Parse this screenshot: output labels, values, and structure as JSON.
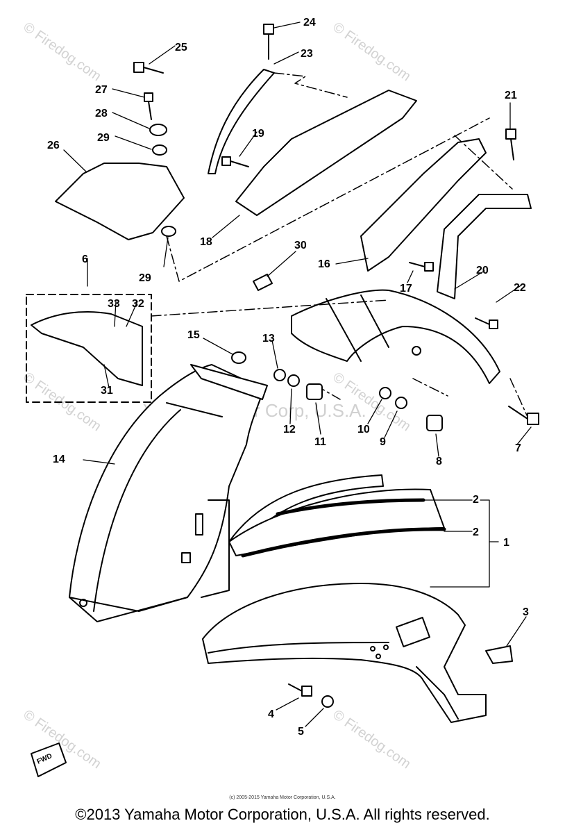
{
  "watermark": {
    "site": "© Firedog.com",
    "center": "Yamaha Motor Corp, U.S.A."
  },
  "callouts": [
    "1",
    "2",
    "2",
    "3",
    "4",
    "5",
    "6",
    "7",
    "8",
    "9",
    "10",
    "11",
    "12",
    "13",
    "14",
    "15",
    "16",
    "17",
    "18",
    "19",
    "20",
    "21",
    "22",
    "23",
    "24",
    "25",
    "26",
    "27",
    "28",
    "29",
    "29",
    "30",
    "31",
    "32",
    "33"
  ],
  "fwd_label": "FWD",
  "small_copyright": "(c) 2005-2015 Yamaha Motor Corporation, U.S.A.",
  "footer": "©2013 Yamaha Motor Corporation, U.S.A. All rights reserved."
}
